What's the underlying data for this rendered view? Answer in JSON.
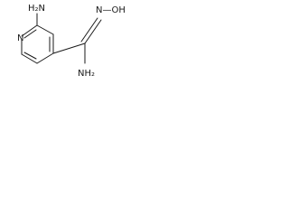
{
  "structure": {
    "atom_labels": {
      "amine_top": "H₂N",
      "ring_nitrogen": "N",
      "imine_nitrogen_hydroxy": "N—OH",
      "amide_amine": "NH₂"
    }
  }
}
